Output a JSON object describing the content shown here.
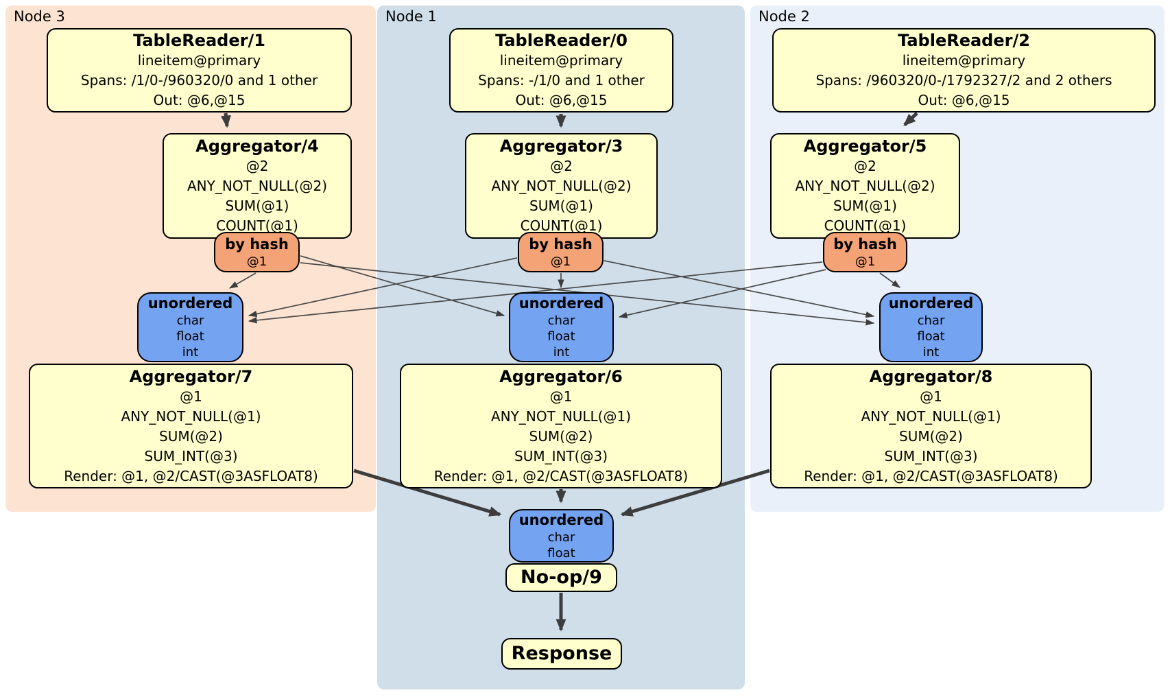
{
  "diagram": {
    "clusters": [
      {
        "label": "Node 3"
      },
      {
        "label": "Node 1"
      },
      {
        "label": "Node 2"
      }
    ],
    "boxes": {
      "tr1": {
        "title": "TableReader/1",
        "lines": [
          "lineitem@primary",
          "Spans: /1/0-/960320/0 and 1 other",
          "Out: @6,@15"
        ]
      },
      "tr0": {
        "title": "TableReader/0",
        "lines": [
          "lineitem@primary",
          "Spans: -/1/0 and 1 other",
          "Out: @6,@15"
        ]
      },
      "tr2": {
        "title": "TableReader/2",
        "lines": [
          "lineitem@primary",
          "Spans: /960320/0-/1792327/2 and 2 others",
          "Out: @6,@15"
        ]
      },
      "agg4": {
        "title": "Aggregator/4",
        "lines": [
          "@2",
          "ANY_NOT_NULL(@2)",
          "SUM(@1)",
          "COUNT(@1)"
        ]
      },
      "agg3": {
        "title": "Aggregator/3",
        "lines": [
          "@2",
          "ANY_NOT_NULL(@2)",
          "SUM(@1)",
          "COUNT(@1)"
        ]
      },
      "agg5": {
        "title": "Aggregator/5",
        "lines": [
          "@2",
          "ANY_NOT_NULL(@2)",
          "SUM(@1)",
          "COUNT(@1)"
        ]
      },
      "router_left": {
        "title": "by hash",
        "lines": [
          "@1"
        ]
      },
      "router_middle": {
        "title": "by hash",
        "lines": [
          "@1"
        ]
      },
      "router_right": {
        "title": "by hash",
        "lines": [
          "@1"
        ]
      },
      "sync_left": {
        "title": "unordered",
        "lines": [
          "char",
          "float",
          "int"
        ]
      },
      "sync_middle": {
        "title": "unordered",
        "lines": [
          "char",
          "float",
          "int"
        ]
      },
      "sync_right": {
        "title": "unordered",
        "lines": [
          "char",
          "float",
          "int"
        ]
      },
      "agg7": {
        "title": "Aggregator/7",
        "lines": [
          "@1",
          "ANY_NOT_NULL(@1)",
          "SUM(@2)",
          "SUM_INT(@3)",
          "Render: @1, @2/CAST(@3ASFLOAT8)"
        ]
      },
      "agg6": {
        "title": "Aggregator/6",
        "lines": [
          "@1",
          "ANY_NOT_NULL(@1)",
          "SUM(@2)",
          "SUM_INT(@3)",
          "Render: @1, @2/CAST(@3ASFLOAT8)"
        ]
      },
      "agg8": {
        "title": "Aggregator/8",
        "lines": [
          "@1",
          "ANY_NOT_NULL(@1)",
          "SUM(@2)",
          "SUM_INT(@3)",
          "Render: @1, @2/CAST(@3ASFLOAT8)"
        ]
      },
      "sync_final": {
        "title": "unordered",
        "lines": [
          "char",
          "float"
        ]
      },
      "noop": {
        "title": "No-op/9"
      },
      "response": {
        "title": "Response"
      }
    },
    "colors": {
      "node3_bg": "#fce3d2",
      "node1_bg": "#cfdee9",
      "node2_bg": "#e9f0fa",
      "processor_fill": "#ffffce",
      "router_fill": "#f4a376",
      "sync_fill": "#74a3f1",
      "edge": "#3d3d3d",
      "border": "#000000"
    }
  }
}
